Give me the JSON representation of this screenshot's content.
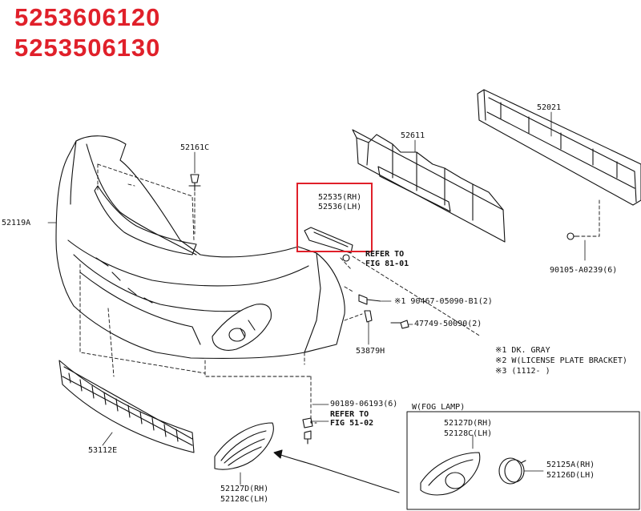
{
  "header": {
    "part_number_1": "5253606120",
    "part_number_2": "5253506130"
  },
  "labels": {
    "p52021": "52021",
    "p52611": "52611",
    "p52161c": "52161C",
    "p52119a": "52119A",
    "p52535": "52535(RH)",
    "p52536": "52536(LH)",
    "refer1_a": "REFER TO",
    "refer1_b": "FIG 81-01",
    "p90105": "90105-A0239(6)",
    "p90467": "※1 90467-05090-B1(2)",
    "p47749": "47749-50090(2)",
    "p53879h": "53879H",
    "p90189": "90189-06193(6)",
    "refer2_a": "REFER TO",
    "refer2_b": "FIG 51-02",
    "p53112e": "53112E",
    "p52127d_a": "52127D(RH)",
    "p52128c_a": "52128C(LH)",
    "p52127d_b": "52127D(RH)",
    "p52128c_b": "52128C(LH)",
    "p52125a": "52125A(RH)",
    "p52126d": "52126D(LH)",
    "fog_lamp": "W(FOG LAMP)"
  },
  "notes": {
    "n1": "※1 DK. GRAY",
    "n2": "※2 W(LICENSE PLATE BRACKET)",
    "n3": "※3 (1112-      )"
  },
  "colors": {
    "header": "#e0202a",
    "highlight": "#e0202a",
    "line": "#111111"
  }
}
